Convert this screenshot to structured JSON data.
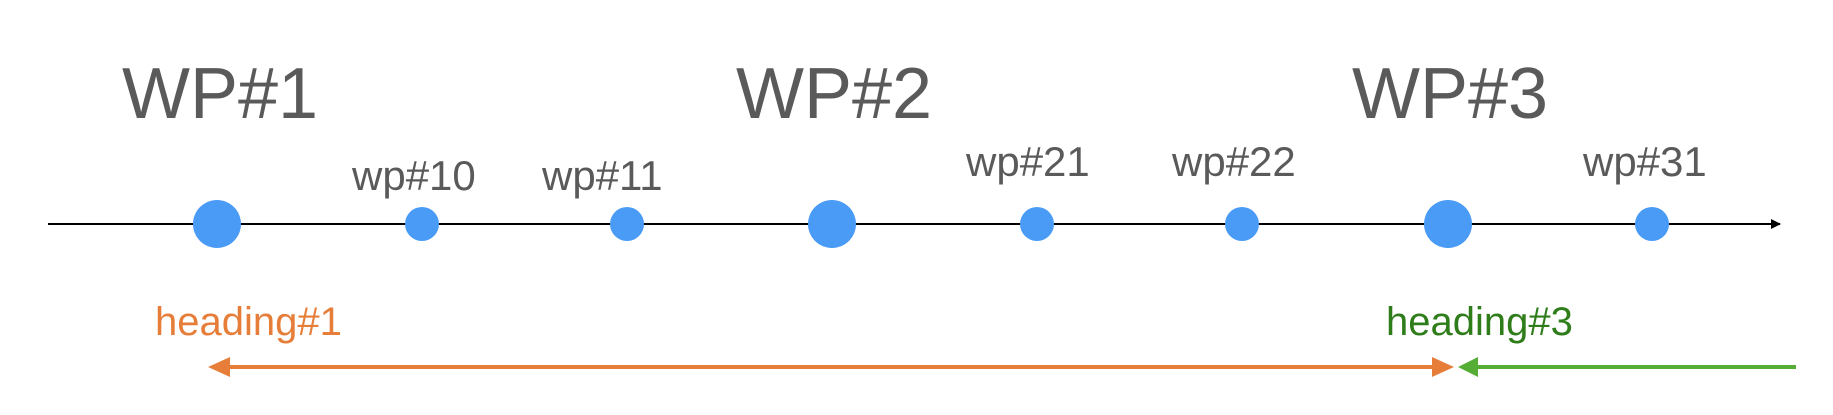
{
  "colors": {
    "background": "#ffffff",
    "axis": "#000000",
    "waypoint": "#4a9bf5",
    "label_text": "#5a5a5a",
    "heading1": "#e67e3a",
    "heading3_text": "#2e7d1a",
    "heading3_arrow": "#56ad35"
  },
  "major_waypoints": [
    {
      "label": "WP#1"
    },
    {
      "label": "WP#2"
    },
    {
      "label": "WP#3"
    }
  ],
  "minor_waypoints": [
    {
      "label": "wp#10"
    },
    {
      "label": "wp#11"
    },
    {
      "label": "wp#21"
    },
    {
      "label": "wp#22"
    },
    {
      "label": "wp#31"
    }
  ],
  "headings": {
    "heading1": {
      "label": "heading#1"
    },
    "heading3": {
      "label": "heading#3"
    }
  }
}
